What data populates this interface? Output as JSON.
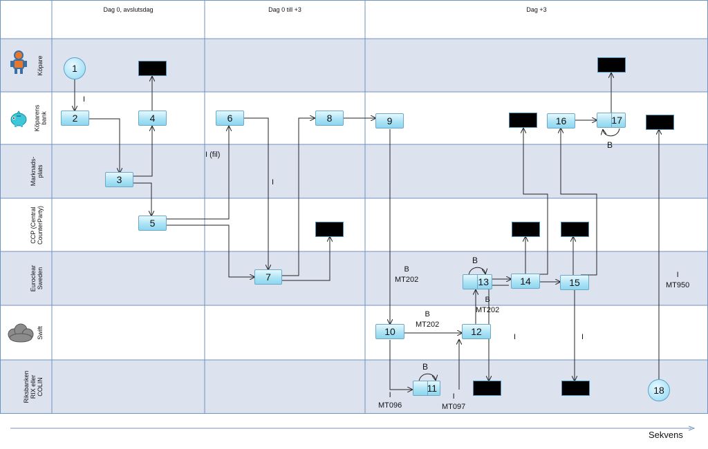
{
  "columns": [
    "Dag 0, avslutsdag",
    "Dag 0 till +3",
    "Dag +3"
  ],
  "lanes": [
    "Köpare",
    "Köparens\nbank",
    "Marknads-\nplats",
    "CCP (Central\nCounterParty)",
    "Euroclear\nSweden",
    "Swift",
    "Riksbanken\nRIX eller\nCOLIN"
  ],
  "nodes": {
    "n1": "1",
    "n2": "2",
    "n3": "3",
    "n4": "4",
    "n5": "5",
    "n6": "6",
    "n7": "7",
    "n8": "8",
    "n9": "9",
    "n10": "10",
    "n11": "11",
    "n12": "12",
    "n13": "13",
    "n14": "14",
    "n15": "15",
    "n16": "16",
    "n17": "17",
    "n18": "18"
  },
  "labels": {
    "l_i_1_2": "I",
    "l_i_fil": "I (fil)",
    "l_i_6_7": "I",
    "l_b_mt202_a": "B\nMT202",
    "l_b_mt202_b": "B\nMT202",
    "l_b_mt202_c": "B\nMT202",
    "l_b_13": "B",
    "l_b_11": "B",
    "l_b_17": "B",
    "l_i_mt096": "I\nMT096",
    "l_i_mt097": "I\nMT097",
    "l_i_13": "I",
    "l_i_15": "I",
    "l_i_mt950": "I\nMT950"
  },
  "axis": {
    "label": "Sekvens"
  },
  "icons": {
    "buyer": "person-icon",
    "bank": "piggy-bank-icon",
    "swift": "cloud-icon"
  },
  "colors": {
    "lane_shaded": "#dce3ef",
    "lane_plain": "#ffffff",
    "grid": "#6f92bf",
    "box_border": "#6aa7c9",
    "box_fill": "#a8e2f5",
    "arrow": "#222222"
  }
}
